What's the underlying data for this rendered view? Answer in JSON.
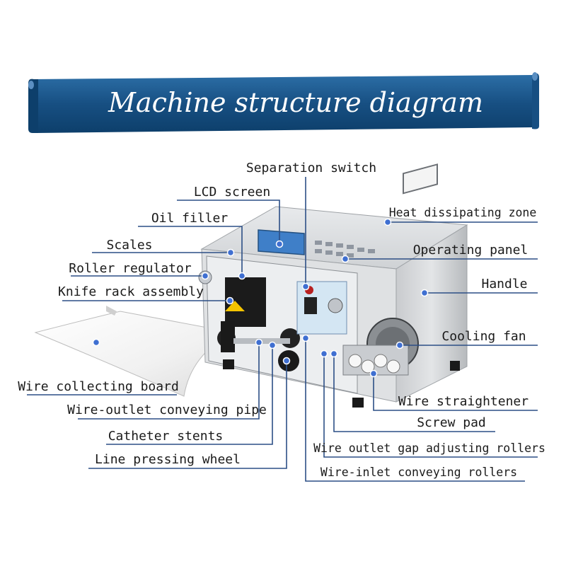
{
  "title": "Machine structure diagram",
  "colors": {
    "banner_dark": "#0d3f6b",
    "banner_light": "#2c6ea6",
    "leader_line": "#2c4f86",
    "marker_dot": "#3f6fd1"
  },
  "labels": {
    "separation_switch": "Separation switch",
    "lcd_screen": "LCD screen",
    "oil_filler": "Oil filler",
    "scales": "Scales",
    "roller_regulator": "Roller regulator",
    "knife_rack_assembly": "Knife rack assembly",
    "wire_collecting_board": "Wire collecting board",
    "wire_outlet_conveying_pipe": "Wire-outlet conveying pipe",
    "catheter_stents": "Catheter stents",
    "line_pressing_wheel": "Line pressing wheel",
    "heat_dissipating_zone": "Heat dissipating zone",
    "operating_panel": "Operating panel",
    "handle": "Handle",
    "cooling_fan": "Cooling fan",
    "wire_straightener": "Wire straightener",
    "screw_pad": "Screw pad",
    "wire_outlet_gap_adjusting_rollers": "Wire outlet gap adjusting rollers",
    "wire_inlet_conveying_rollers": "Wire-inlet conveying rollers"
  }
}
